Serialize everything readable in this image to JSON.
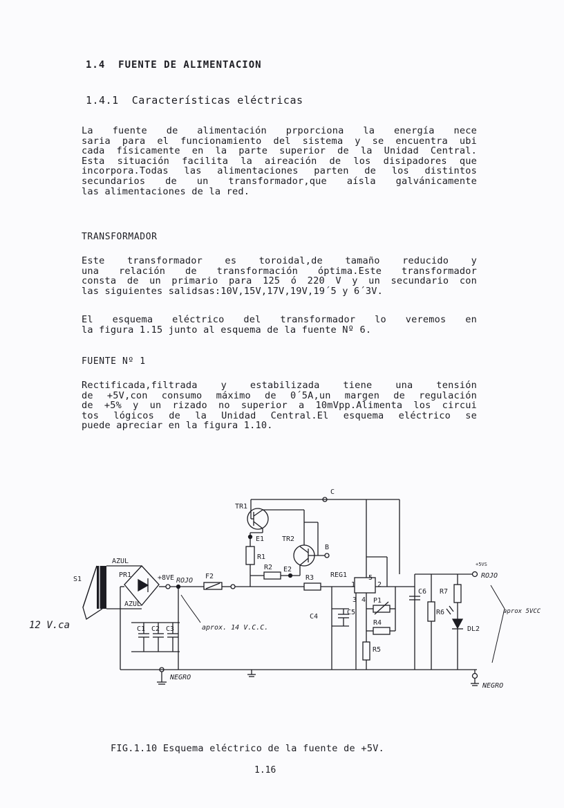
{
  "heading": "1.4  FUENTE DE ALIMENTACION",
  "subheading": "1.4.1  Características eléctricas",
  "intro": {
    "lines": [
      "      La fuente de alimentación prporciona la energía nece",
      "saria para el funcionamiento del sistema y se encuentra ubi",
      "cada físicamente en la parte superior de la Unidad Central.",
      "Esta situación facilita la aireación de los disipadores que",
      "incorpora.Todas las alimentaciones parten de los distintos",
      "secundarios de un transformador,que aísla galvánicamente",
      "las alimentaciones de la red."
    ]
  },
  "transformador": {
    "title": "TRANSFORMADOR",
    "para1": [
      "      Este transformador es toroidal,de tamaño reducido y",
      "una relación de transformación óptima.Este transformador",
      "consta de un primario para 125 ó 220 V y un secundario con",
      "las siguientes salidsas:10V,15V,17V,19V,19´5 y 6´3V."
    ],
    "para2": [
      "      El esquema eléctrico del transformador lo veremos en",
      "la figura 1.15 junto al esquema de la fuente Nº 6."
    ]
  },
  "fuente": {
    "title": "FUENTE Nº 1",
    "lines": [
      "      Rectificada,filtrada y estabilizada tiene una tensión",
      "de +5V,con consumo máximo de 0´5A,un margen de regulación",
      "de +5% y un rizado no superior a 10mVpp.Alimenta los circui",
      "tos lógicos de la Unidad Central.El esquema eléctrico se",
      "puede apreciar en la figura 1.10."
    ]
  },
  "schematic": {
    "labels": {
      "s1": "S1",
      "azul_top": "AZUL",
      "azul_bottom": "AZUL",
      "pr1": "PR1",
      "plus8ve": "+8VE",
      "rojo_in": "ROJO",
      "f2": "F2",
      "c1": "C1",
      "c2": "C2",
      "c3": "C3",
      "aprox_14": "aprox. 14 V.C.C.",
      "negro_in": "NEGRO",
      "input_12v": "12 V.ca",
      "tr1": "TR1",
      "e1": "E1",
      "r1": "R1",
      "tr2": "TR2",
      "b": "B",
      "c": "C",
      "r2": "R2",
      "e2": "E2",
      "r3": "R3",
      "c4": "C4",
      "c5": "C5",
      "reg1": "REG1",
      "pin1": "1",
      "pin2": "2",
      "pin3": "3",
      "pin4": "4",
      "pin5": "5",
      "p1": "P1",
      "r4": "R4",
      "r5": "R5",
      "c6": "C6",
      "r6": "R6",
      "r7": "R7",
      "dl2": "DL2",
      "plus5vs": "+5VS",
      "rojo_out": "ROJO",
      "negro_out": "NEGRO",
      "aprox_5": "aprox 5VCC"
    }
  },
  "caption": "FIG.1.10 Esquema eléctrico de la fuente de +5V.",
  "page_number": "1.16"
}
